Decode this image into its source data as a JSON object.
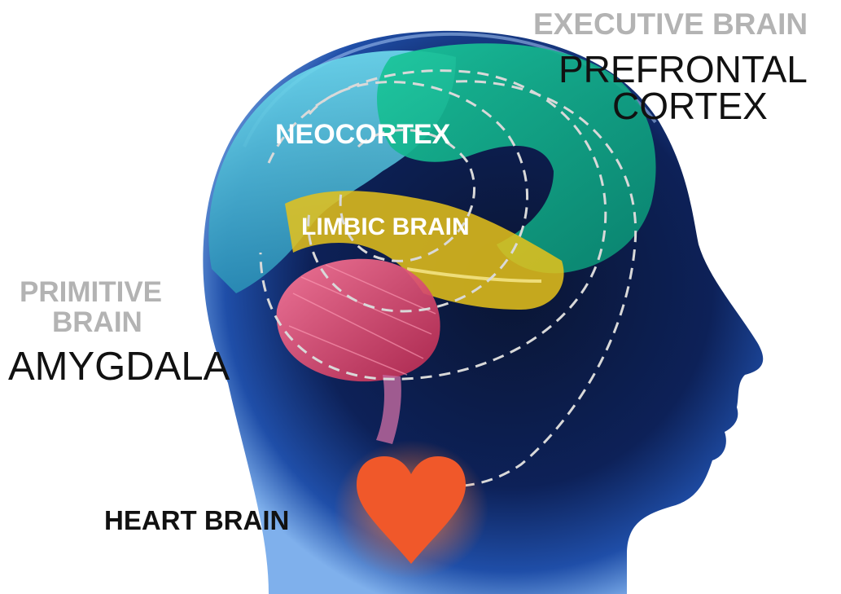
{
  "labels": {
    "executive_brain": "EXECUTIVE BRAIN",
    "prefrontal_line1": "PREFRONTAL",
    "prefrontal_line2": "CORTEX",
    "neocortex": "NEOCORTEX",
    "limbic_brain": "LIMBIC BRAIN",
    "primitive_line1": "PRIMITIVE",
    "primitive_line2": "BRAIN",
    "amygdala": "AMYGDALA",
    "heart_brain": "HEART BRAIN"
  },
  "colors": {
    "background": "#ffffff",
    "head_dark": "#06102a",
    "head_mid": "#1a3d8c",
    "head_rim": "#6f9fe0",
    "prefrontal_green": "#12b58e",
    "neocortex_cyan": "#3fbfd6",
    "limbic_yellow": "#e6c21a",
    "amygdala_pink": "#e0476f",
    "heart_orange": "#f0582a",
    "grey_label": "#b3b3b3",
    "black_label": "#111111",
    "white_label": "#ffffff",
    "dashed_line": "#d9d9d9"
  },
  "icons": [
    "head-silhouette",
    "brain",
    "heart-icon"
  ]
}
